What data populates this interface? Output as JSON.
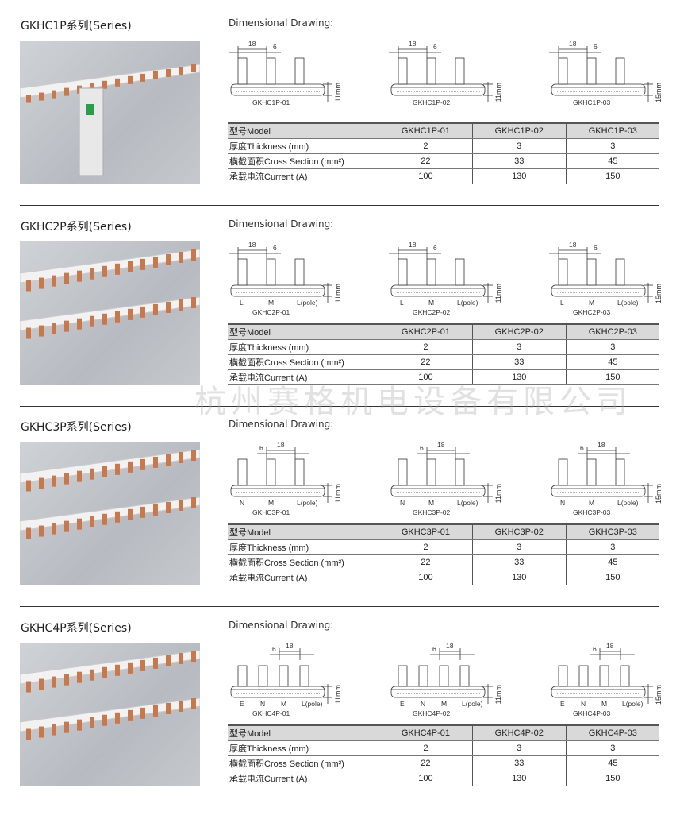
{
  "dimensional_drawing_label": "Dimensional Drawing:",
  "watermark": "杭州赛格机电设备有限公司",
  "dim_labels": {
    "pitch": "18",
    "width": "6"
  },
  "row_labels": {
    "model": "型号Model",
    "thickness": "厚度Thickness (mm)",
    "cross_section": "横截面积Cross Section (mm²)",
    "current": "承载电流Current (A)"
  },
  "colors": {
    "copper": "#c8784a",
    "header_bg": "#d9d9d9"
  },
  "sections": [
    {
      "title": "GKHC1P系列(Series)",
      "poles": 1,
      "pole_labels": [],
      "models": [
        {
          "model": "GKHC1P-01",
          "height": "11mm",
          "thickness": "2",
          "cross_section": "22",
          "current": "100"
        },
        {
          "model": "GKHC1P-02",
          "height": "11mm",
          "thickness": "3",
          "cross_section": "33",
          "current": "130"
        },
        {
          "model": "GKHC1P-03",
          "height": "15mm",
          "thickness": "3",
          "cross_section": "45",
          "current": "150"
        }
      ]
    },
    {
      "title": "GKHC2P系列(Series)",
      "poles": 2,
      "pole_labels": [
        "L",
        "M",
        "L(pole)"
      ],
      "models": [
        {
          "model": "GKHC2P-01",
          "height": "11mm",
          "thickness": "2",
          "cross_section": "22",
          "current": "100"
        },
        {
          "model": "GKHC2P-02",
          "height": "11mm",
          "thickness": "3",
          "cross_section": "33",
          "current": "130"
        },
        {
          "model": "GKHC2P-03",
          "height": "15mm",
          "thickness": "3",
          "cross_section": "45",
          "current": "150"
        }
      ]
    },
    {
      "title": "GKHC3P系列(Series)",
      "poles": 3,
      "pole_labels": [
        "N",
        "M",
        "L(pole)"
      ],
      "models": [
        {
          "model": "GKHC3P-01",
          "height": "11mm",
          "thickness": "2",
          "cross_section": "22",
          "current": "100"
        },
        {
          "model": "GKHC3P-02",
          "height": "11mm",
          "thickness": "3",
          "cross_section": "33",
          "current": "130"
        },
        {
          "model": "GKHC3P-03",
          "height": "15mm",
          "thickness": "3",
          "cross_section": "45",
          "current": "150"
        }
      ]
    },
    {
      "title": "GKHC4P系列(Series)",
      "poles": 4,
      "pole_labels": [
        "E",
        "N",
        "M",
        "L(pole)"
      ],
      "models": [
        {
          "model": "GKHC4P-01",
          "height": "11mm",
          "thickness": "2",
          "cross_section": "22",
          "current": "100"
        },
        {
          "model": "GKHC4P-02",
          "height": "11mm",
          "thickness": "3",
          "cross_section": "33",
          "current": "130"
        },
        {
          "model": "GKHC4P-03",
          "height": "15mm",
          "thickness": "3",
          "cross_section": "45",
          "current": "150"
        }
      ]
    }
  ]
}
